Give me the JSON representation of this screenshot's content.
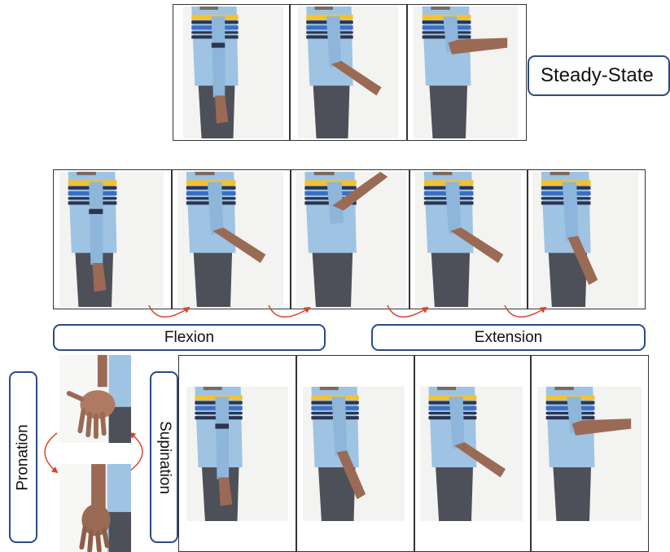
{
  "labels": {
    "steady_state": "Steady-State",
    "flexion": "Flexion",
    "extension": "Extension",
    "pronation": "Pronation",
    "supination": "Supination"
  },
  "colors": {
    "label_border": "#2b4a86",
    "arrow": "#d8462a",
    "shirt": "#9fc3e2",
    "stripe_yellow": "#f2c230",
    "stripe_navy": "#2a3550",
    "stripe_blue": "#3b6fc4",
    "pants": "#4d5059",
    "skin": "#9a6a55"
  },
  "icons": [
    "person-arm-photo",
    "curved-arrow"
  ]
}
